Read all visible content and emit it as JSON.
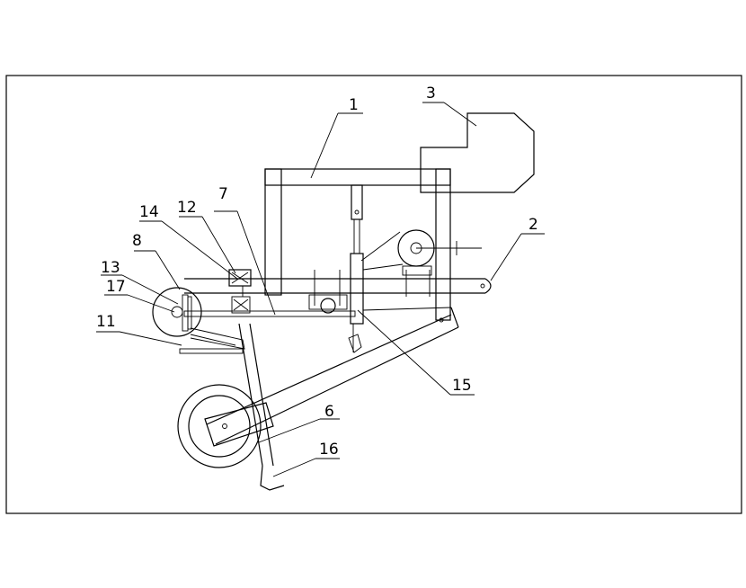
{
  "callouts": [
    {
      "id": "c1",
      "text": "1"
    },
    {
      "id": "c2",
      "text": "2"
    },
    {
      "id": "c3",
      "text": "3"
    },
    {
      "id": "c6",
      "text": "6"
    },
    {
      "id": "c7",
      "text": "7"
    },
    {
      "id": "c8",
      "text": "8"
    },
    {
      "id": "c11",
      "text": "11"
    },
    {
      "id": "c12",
      "text": "12"
    },
    {
      "id": "c13",
      "text": "13"
    },
    {
      "id": "c14",
      "text": "14"
    },
    {
      "id": "c15",
      "text": "15"
    },
    {
      "id": "c16",
      "text": "16"
    },
    {
      "id": "c17",
      "text": "17"
    }
  ]
}
